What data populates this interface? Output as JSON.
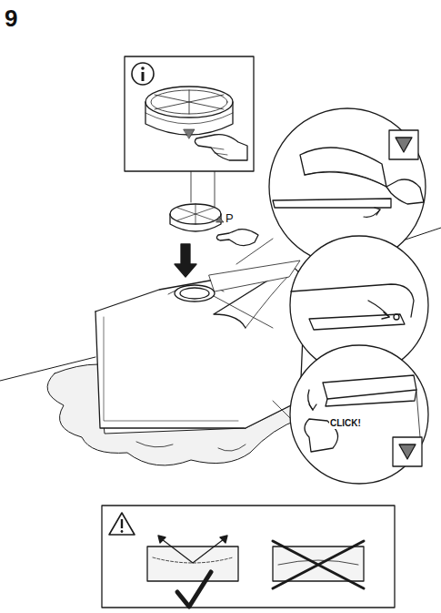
{
  "diagram": {
    "labels": [
      "9",
      "P",
      "CLICK!"
    ]
  }
}
